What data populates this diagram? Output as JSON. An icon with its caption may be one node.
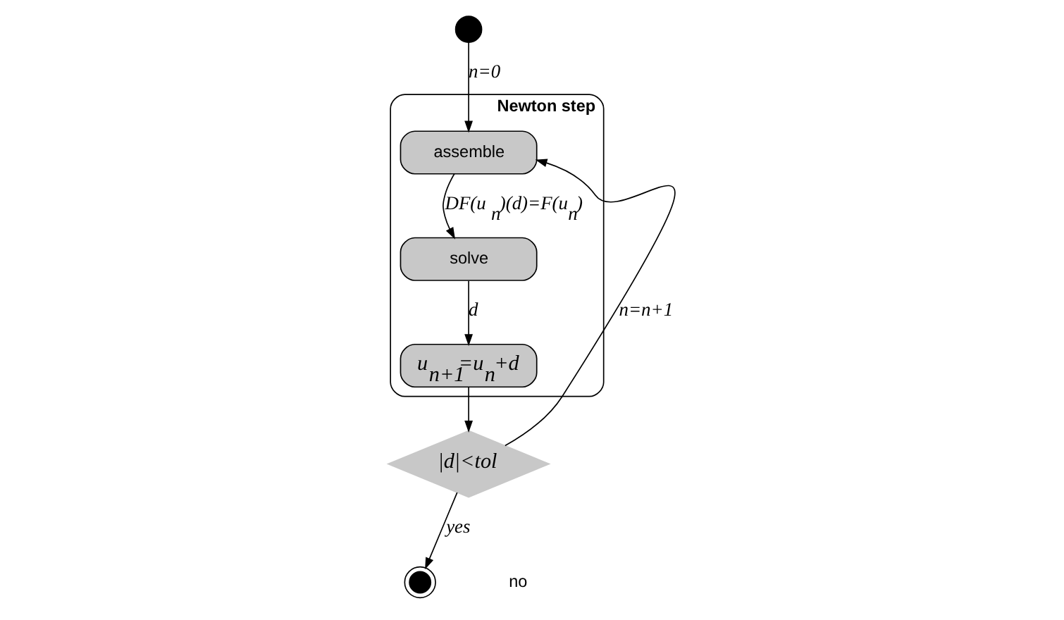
{
  "diagram": {
    "nodes": [
      {
        "text": [],
        "shape": "circle"
      },
      {
        "text": [
          "Newton step"
        ]
      },
      {
        "text": [
          "assemble"
        ],
        "in": 1
      },
      {
        "text": [
          "solve"
        ],
        "in": 1
      },
      {
        "text": [
          "u$_{n+1}$=u$_{n}$+d"
        ],
        "in": 1
      },
      {
        "text": [
          "|d|<tol"
        ]
      },
      {
        "text": [],
        "shape": "circle"
      }
    ],
    "edges": [
      {
        "from": 0,
        "to": 2,
        "arrow": "to",
        "label": "n=0"
      },
      {
        "from": 2,
        "to": 3,
        "arrow": "to",
        "label": "DF(u$_{n}$)(d)=F(u$_{n}$)"
      },
      {
        "from": 3,
        "to": 4,
        "arrow": "to",
        "label": "d"
      },
      {
        "from": 4,
        "to": 5,
        "arrow": "to"
      },
      {
        "from": 5,
        "to": 6,
        "arrow": "to",
        "label": "yes"
      },
      {
        "from": 5,
        "to": 2,
        "arrow": "to",
        "label": "n=n+1"
      }
    ],
    "labels": [
      "no"
    ]
  }
}
